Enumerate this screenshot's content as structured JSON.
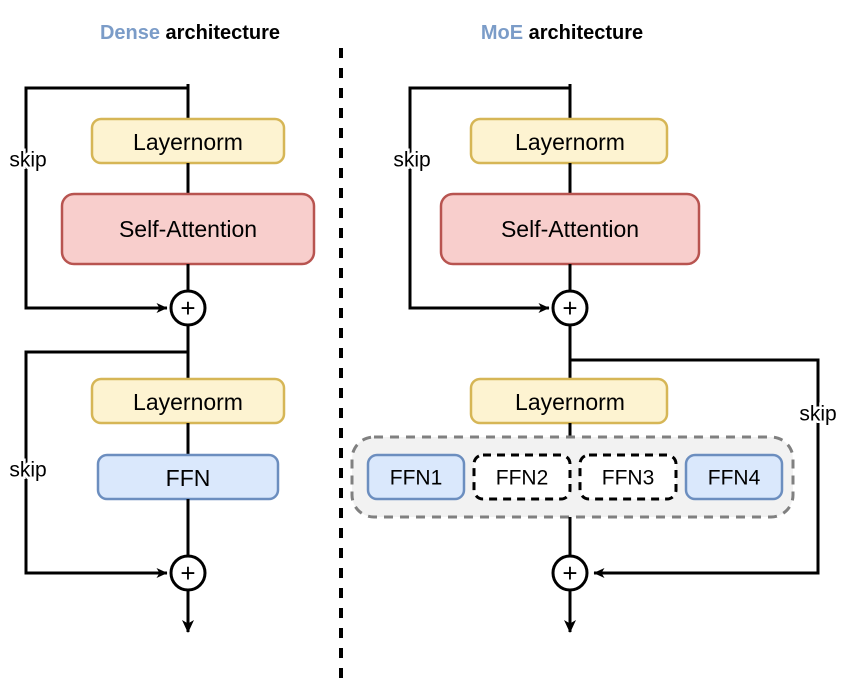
{
  "figure": {
    "kind": "neural-network-architecture-diagram",
    "background_color": "#ffffff"
  },
  "palette": {
    "title_accent": "#7b9cc8",
    "title_rest": "#000000",
    "layernorm_fill": "#fdf3d1",
    "layernorm_stroke": "#d6b656",
    "attention_fill": "#f8cecc",
    "attention_stroke": "#b85450",
    "ffn_fill": "#dae8fc",
    "ffn_stroke": "#6c8ebf",
    "expert_group_fill": "#f2f2f2",
    "expert_group_stroke": "#808080",
    "wire": "#000000"
  },
  "panels": {
    "dense": {
      "title_accent": "Dense",
      "title_rest": "architecture",
      "nodes": {
        "layernorm_1": "Layernorm",
        "attention": "Self-Attention",
        "add_1": "+",
        "layernorm_2": "Layernorm",
        "ffn": "FFN",
        "add_2": "+"
      },
      "skip_labels": {
        "upper": "skip",
        "lower": "skip"
      }
    },
    "moe": {
      "title_accent": "MoE",
      "title_rest": "architecture",
      "nodes": {
        "layernorm_1": "Layernorm",
        "attention": "Self-Attention",
        "add_1": "+",
        "layernorm_2": "Layernorm",
        "add_2": "+"
      },
      "experts": [
        {
          "label": "FFN1",
          "state": "active"
        },
        {
          "label": "FFN2",
          "state": "inactive"
        },
        {
          "label": "FFN3",
          "state": "inactive"
        },
        {
          "label": "FFN4",
          "state": "active"
        }
      ],
      "skip_labels": {
        "upper": "skip",
        "lower": "skip"
      }
    }
  }
}
